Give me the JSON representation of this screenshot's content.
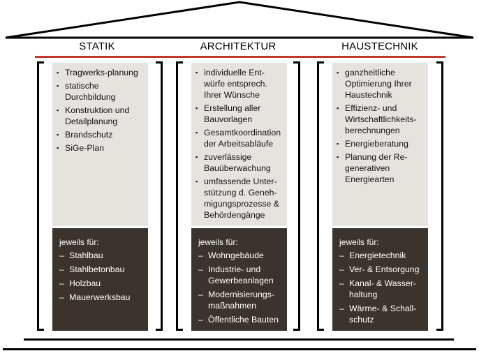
{
  "columns": [
    {
      "title": "STATIK",
      "items": [
        "Tragwerks-planung",
        "statische Durchbildung",
        "Konstruktion und Detailplanung",
        "Brandschutz",
        "SiGe-Plan"
      ],
      "sub_title": "jeweils für:",
      "sub_items": [
        "Stahlbau",
        "Stahlbetonbau",
        "Holzbau",
        "Mauerwerksbau"
      ]
    },
    {
      "title": "ARCHITEKTUR",
      "items": [
        "individuelle Ent-würfe entsprech. Ihrer Wünsche",
        "Erstellung aller Bauvorlagen",
        "Gesamtkoordination der Arbeitsabläufe",
        "zuverlässige Bauüberwachung",
        "umfassende Unter-stützung d. Geneh-migungsprozesse & Behördengänge"
      ],
      "sub_title": "jeweils für:",
      "sub_items": [
        "Wohngebäude",
        "Industrie- und Gewerbeanlagen",
        "Modernisierungs-maßnahmen",
        "Öffentliche Bauten"
      ]
    },
    {
      "title": "HAUSTECHNIK",
      "items": [
        "ganzheitliche Optimierung Ihrer Haustechnik",
        "Effizienz- und Wirtschaftlichkeits-berechnungen",
        "Energieberatung",
        "Planung der Re-generativen Energiearten"
      ],
      "sub_title": "jeweils für:",
      "sub_items": [
        "Energietechnik",
        "Ver- & Entsorgung",
        "Kanal- & Wasser-haltung",
        "Wärme- & Schall-schutz"
      ]
    }
  ],
  "colors": {
    "accent_line": "#c0392b",
    "top_panel": "#e6e3df",
    "bottom_panel": "#3b342e"
  }
}
